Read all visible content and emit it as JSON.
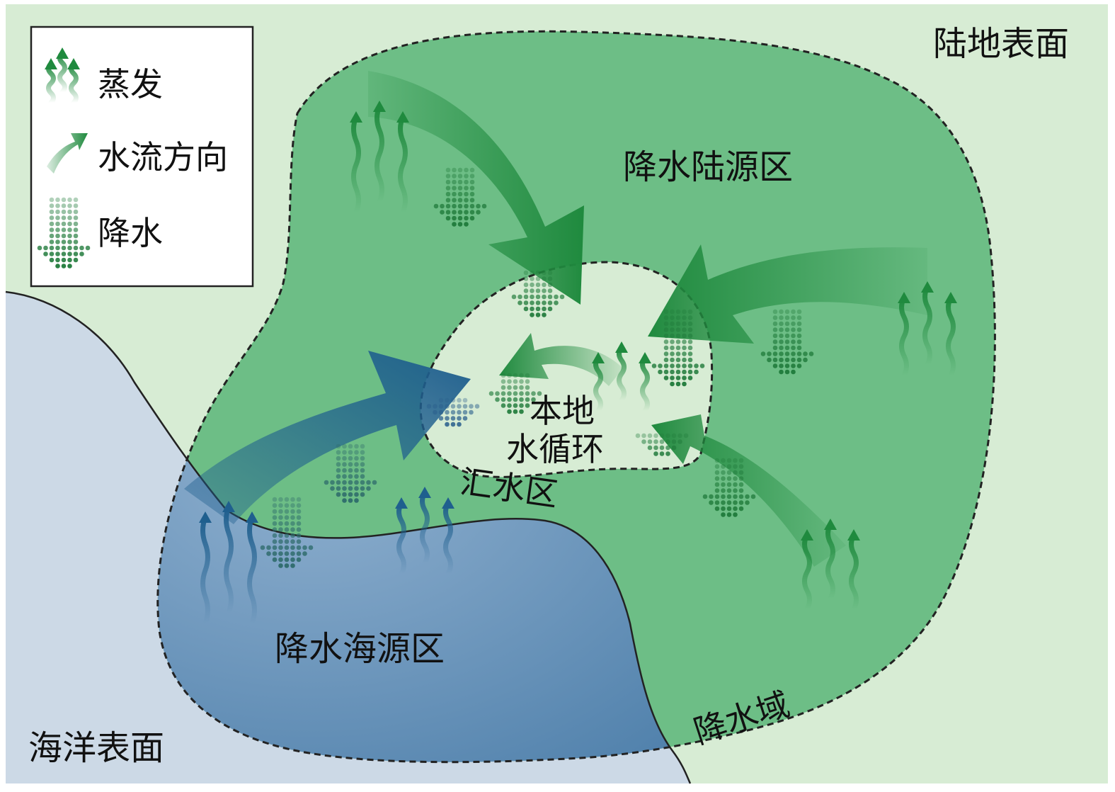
{
  "labels": {
    "land_surface": "陆地表面",
    "ocean_surface": "海洋表面",
    "land_source_region": "降水陆源区",
    "ocean_source_region": "降水海源区",
    "local_cycle_line1": "本地",
    "local_cycle_line2": "水循环",
    "catchment": "汇水区",
    "precip_domain": "降水域"
  },
  "legend": {
    "items": [
      {
        "icon": "evaporation-icon",
        "label": "蒸发"
      },
      {
        "icon": "flow-direction-icon",
        "label": "水流方向"
      },
      {
        "icon": "precipitation-icon",
        "label": "降水"
      }
    ]
  },
  "colors": {
    "land": "#d7ecd4",
    "ocean": "#ccd9e6",
    "land_source": "#6dbe86",
    "ocean_source": "#5f8fb9",
    "arrow_green": "#1f8a3e",
    "arrow_blue": "#1f5f8e",
    "border": "#222222"
  }
}
